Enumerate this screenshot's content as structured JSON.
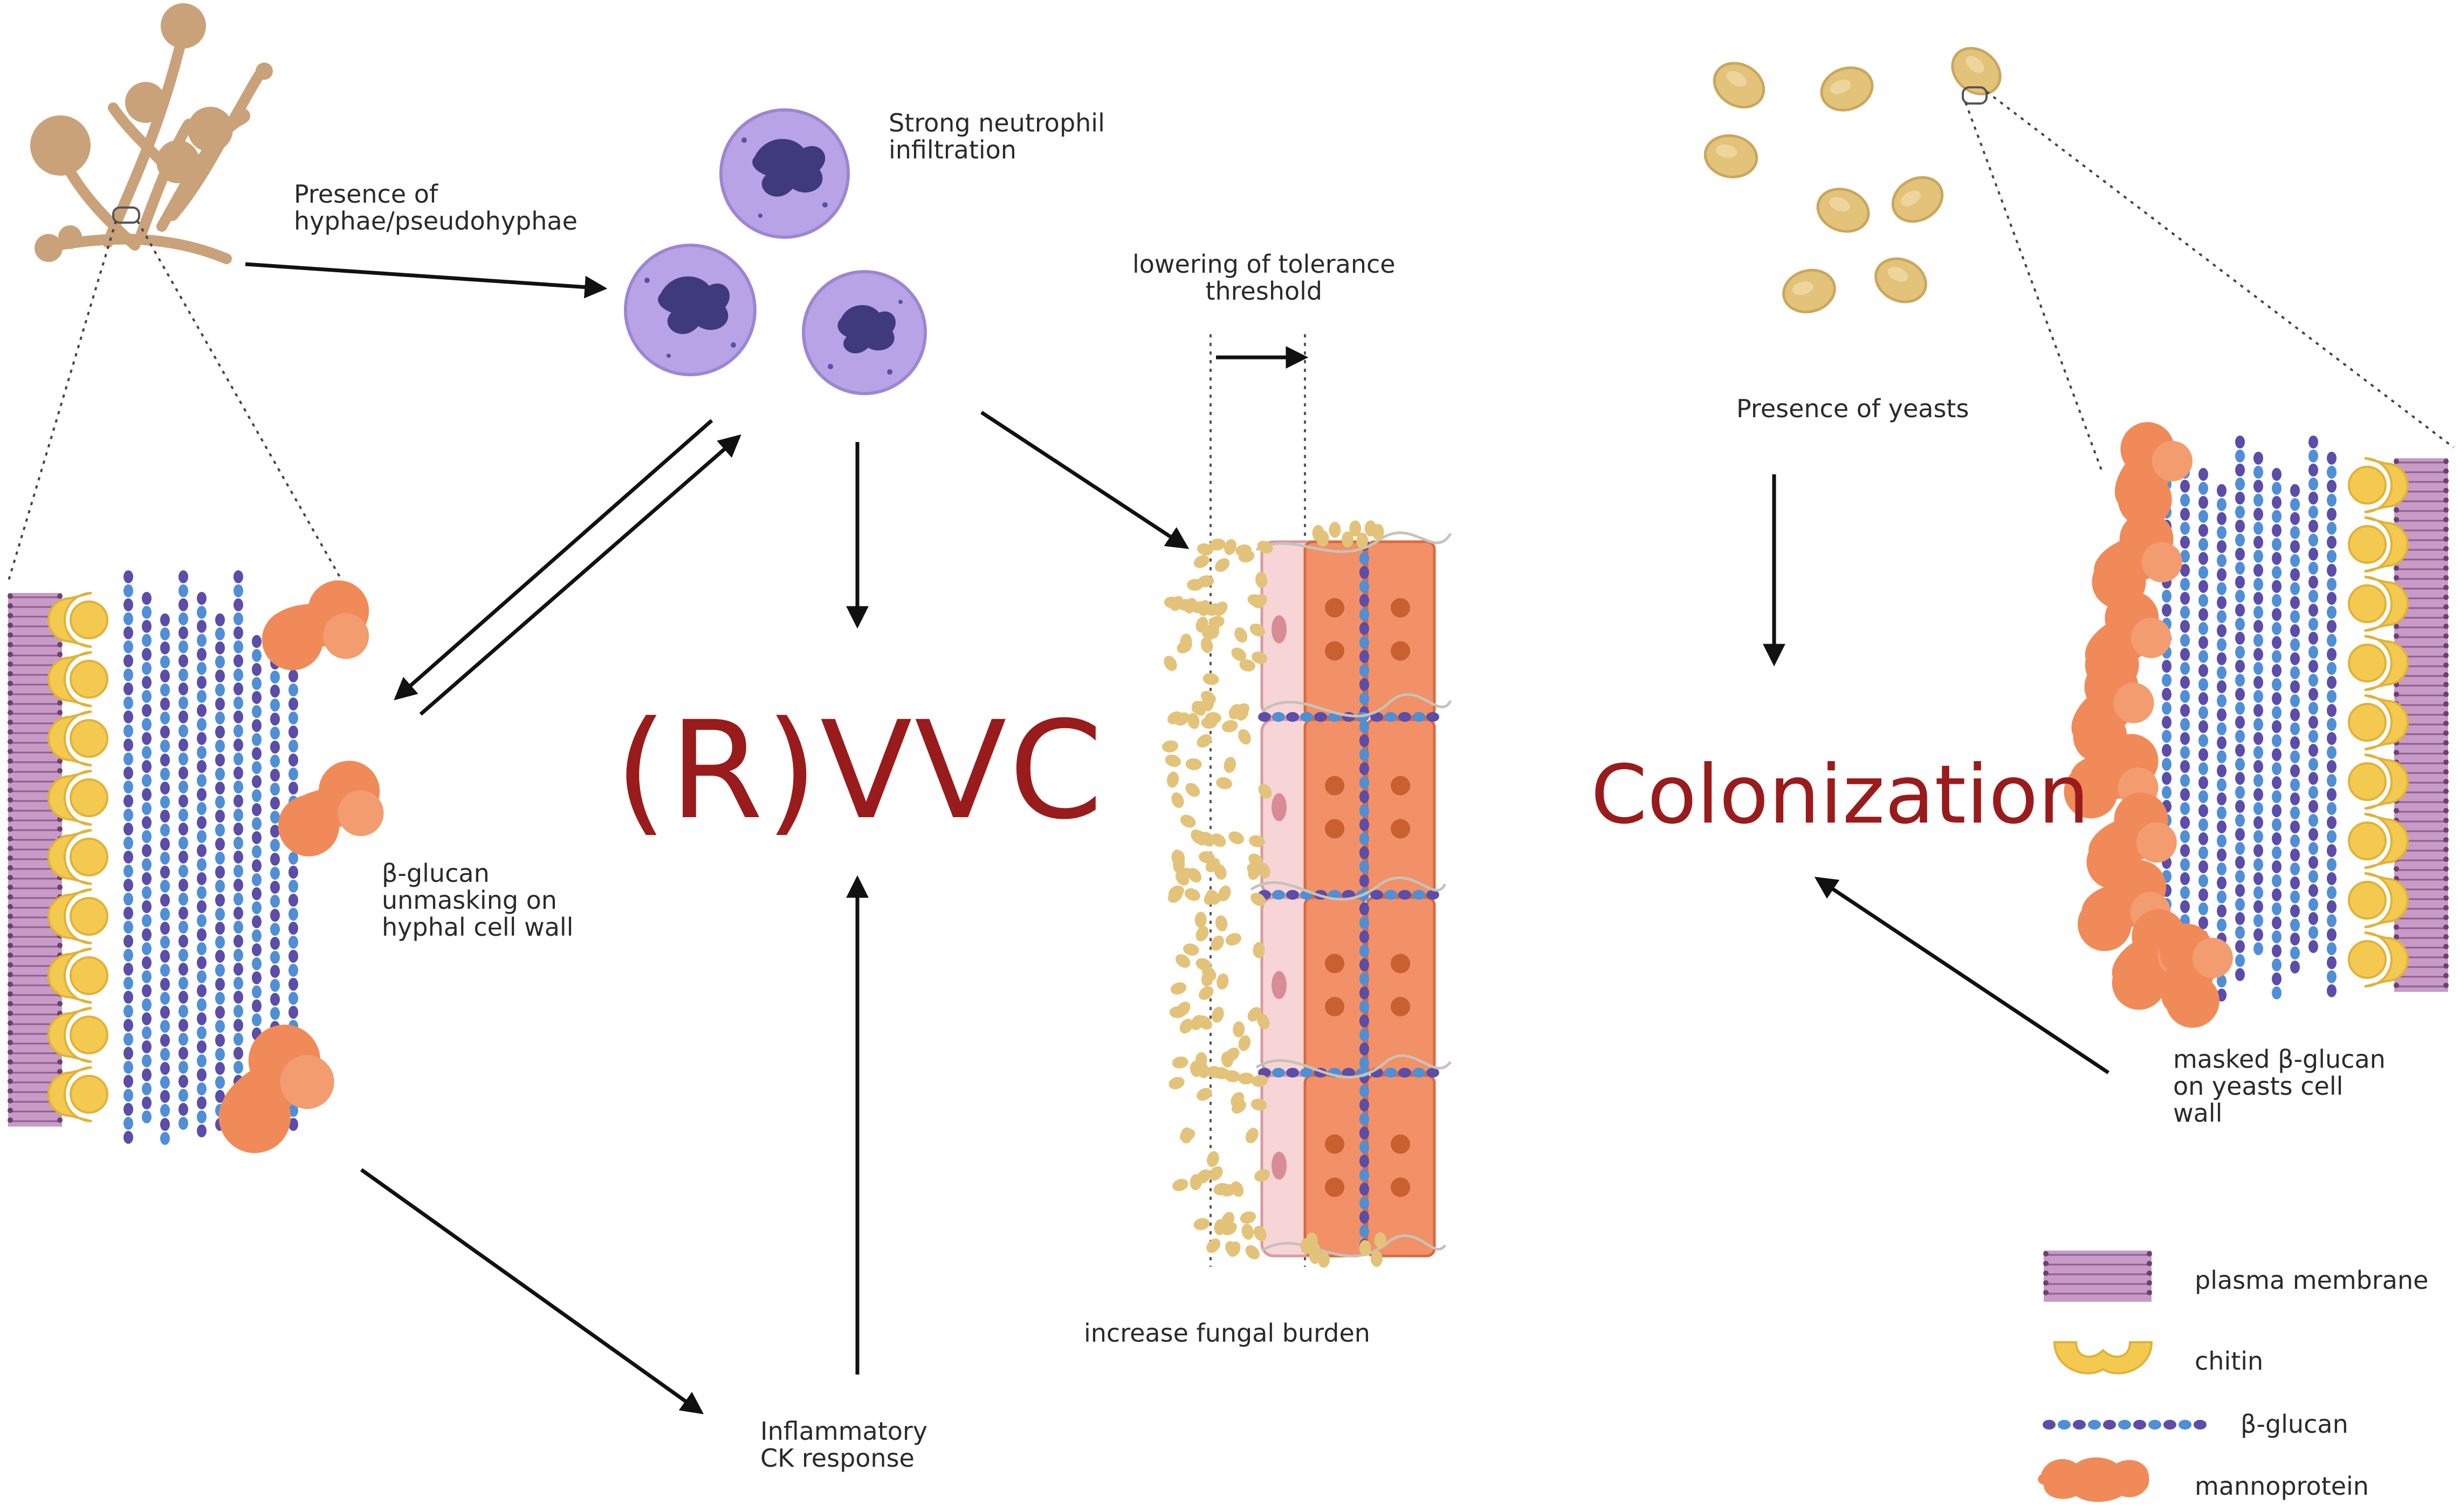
{
  "labels": {
    "hyphae": [
      "Presence of",
      "hyphae/pseudohyphae"
    ],
    "neutrophil": [
      "Strong neutrophil",
      "infiltration"
    ],
    "tolerance": [
      "lowering of tolerance",
      "threshold"
    ],
    "yeasts": "Presence of yeasts",
    "unmasking": [
      "β-glucan",
      "unmasking on",
      "hyphal cell wall"
    ],
    "masked": [
      "masked β-glucan",
      "on yeasts cell",
      "wall"
    ],
    "fungal_burden": "increase fungal burden",
    "inflammatory": [
      "Inflammatory",
      "CK response"
    ]
  },
  "outcomes": {
    "rvvc": "(R)VVC",
    "colonization": "Colonization"
  },
  "legend": [
    {
      "label": "plasma membrane",
      "icon": "plasma-membrane-icon"
    },
    {
      "label": "chitin",
      "icon": "chitin-icon"
    },
    {
      "label": "β-glucan",
      "icon": "beta-glucan-icon"
    },
    {
      "label": "mannoprotein",
      "icon": "mannoprotein-icon"
    }
  ],
  "colors": {
    "outcome_text": "#9a1b1b",
    "membrane": "#c79bc6",
    "chitin": "#f3c94f",
    "glucan_dark": "#5b4da8",
    "glucan_light": "#4f8fd6",
    "mannoprotein": "#f08a58",
    "neutrophil": "#b8a3e6",
    "nucleus": "#3f3a7e",
    "yeast": "#e3c37a",
    "epithelium": "#f29068",
    "epithelium_pale": "#f7d4d6",
    "hyphae": "#c9a27a",
    "arrow": "#111111"
  }
}
